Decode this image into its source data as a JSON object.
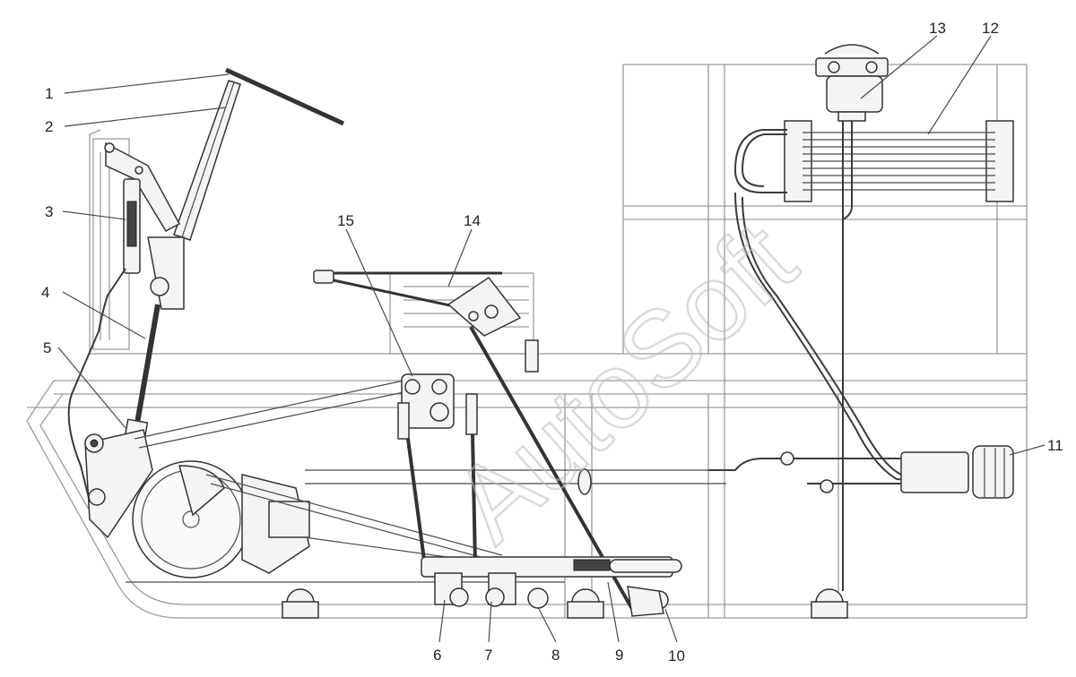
{
  "watermark": "AutoSoft",
  "callouts": [
    {
      "id": "1",
      "label": "1"
    },
    {
      "id": "2",
      "label": "2"
    },
    {
      "id": "3",
      "label": "3"
    },
    {
      "id": "4",
      "label": "4"
    },
    {
      "id": "5",
      "label": "5"
    },
    {
      "id": "6",
      "label": "6"
    },
    {
      "id": "7",
      "label": "7"
    },
    {
      "id": "8",
      "label": "8"
    },
    {
      "id": "9",
      "label": "9"
    },
    {
      "id": "10",
      "label": "10"
    },
    {
      "id": "11",
      "label": "11"
    },
    {
      "id": "12",
      "label": "12"
    },
    {
      "id": "13",
      "label": "13"
    },
    {
      "id": "14",
      "label": "14"
    },
    {
      "id": "15",
      "label": "15"
    }
  ]
}
